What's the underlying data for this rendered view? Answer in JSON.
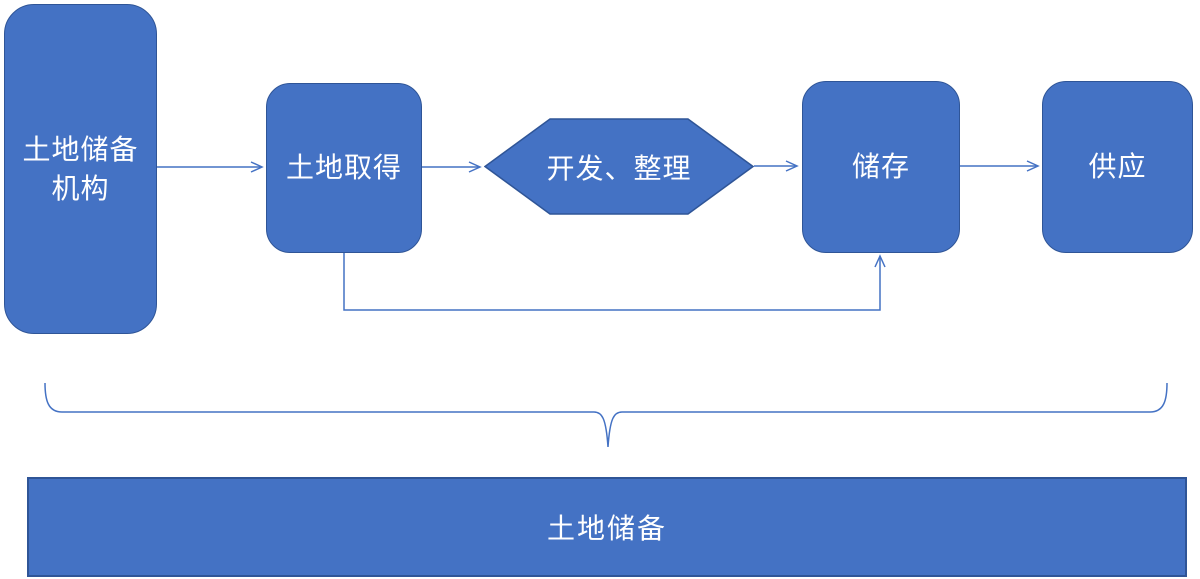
{
  "diagram": {
    "nodes": {
      "agency": {
        "label_lines": [
          "土地储备",
          "机构"
        ]
      },
      "acquisition": {
        "label": "土地取得"
      },
      "development": {
        "label": "开发、整理"
      },
      "storage": {
        "label": "储存"
      },
      "supply": {
        "label": "供应"
      },
      "banner": {
        "label": "土地储备"
      }
    },
    "colors": {
      "shape_fill": "#4472C4",
      "shape_border": "#2F5597",
      "connector": "#4472C4",
      "text": "#FFFFFF"
    }
  }
}
